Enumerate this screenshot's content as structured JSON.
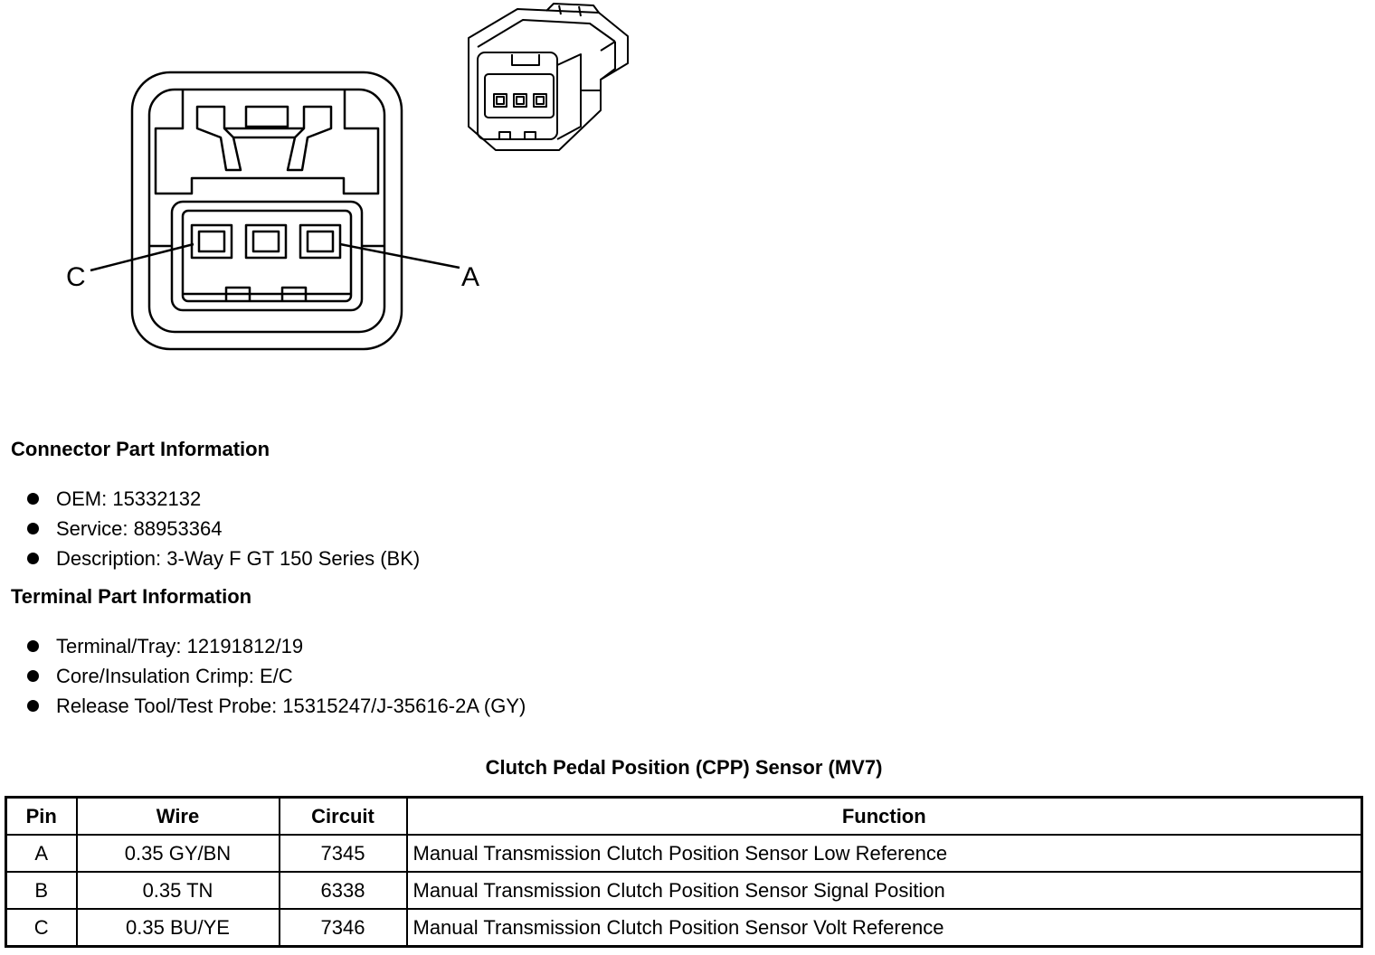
{
  "diagram": {
    "label_left": "C",
    "label_right": "A"
  },
  "connector_info": {
    "heading": "Connector Part Information",
    "items": [
      "OEM: 15332132",
      "Service: 88953364",
      "Description: 3-Way F GT 150 Series (BK)"
    ]
  },
  "terminal_info": {
    "heading": "Terminal Part Information",
    "items": [
      "Terminal/Tray: 12191812/19",
      "Core/Insulation Crimp: E/C",
      "Release Tool/Test Probe: 15315247/J-35616-2A (GY)"
    ]
  },
  "pin_table": {
    "title": "Clutch Pedal Position (CPP) Sensor (MV7)",
    "headers": [
      "Pin",
      "Wire",
      "Circuit",
      "Function"
    ],
    "rows": [
      [
        "A",
        "0.35 GY/BN",
        "7345",
        "Manual Transmission Clutch Position Sensor Low Reference"
      ],
      [
        "B",
        "0.35 TN",
        "6338",
        "Manual Transmission Clutch Position Sensor Signal Position"
      ],
      [
        "C",
        "0.35 BU/YE",
        "7346",
        "Manual Transmission Clutch Position Sensor Volt Reference"
      ]
    ]
  }
}
